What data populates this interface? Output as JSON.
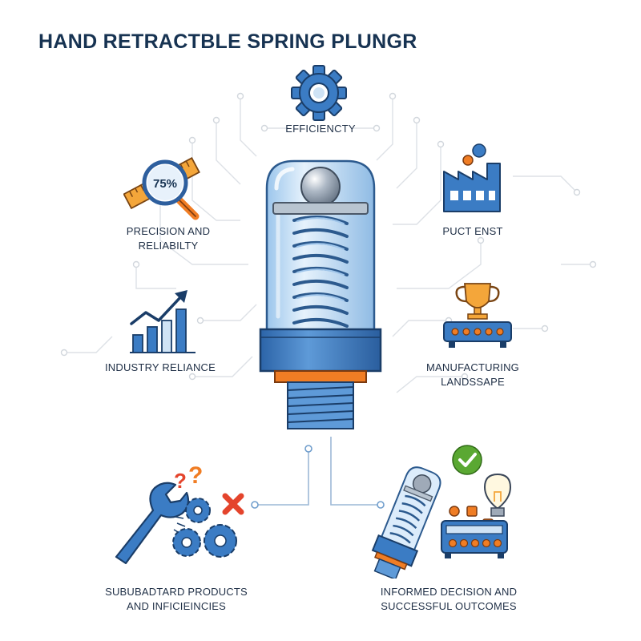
{
  "title": "HAND RETRACTBLE SPRING PLUNGR",
  "labels": {
    "efficiency": "EFFICIENCTY",
    "precision_line1": "PRECISION AND",
    "precision_line2": "RELIABILTY",
    "product": "PUCT ENST",
    "industry": "INDUSTRY RELIANCE",
    "manufacturing_line1": "MANUFACTURING",
    "manufacturing_line2": "LANDSSAPE",
    "substandard_line1": "SUBUBADTARD PRODUCTS",
    "substandard_line2": "AND INFICIEINCIES",
    "informed_line1": "INFORMED DECISION AND",
    "informed_line2": "SUCCESSFUL OUTCOMES"
  },
  "magnifier_percent": "75%",
  "icons": [
    "gear-icon",
    "magnifier-ruler-icon",
    "factory-icon",
    "growth-chart-icon",
    "trophy-machine-icon",
    "wrench-gears-question-icon",
    "plunger-checkmark-lightbulb-icon"
  ],
  "colors": {
    "navy": "#173352",
    "blue": "#3b7cc4",
    "light_blue": "#cfe3f5",
    "orange": "#f07d24",
    "gold": "#f4a63a",
    "green": "#5aa832",
    "red": "#e4442c",
    "circuit": "#d9dde2"
  }
}
